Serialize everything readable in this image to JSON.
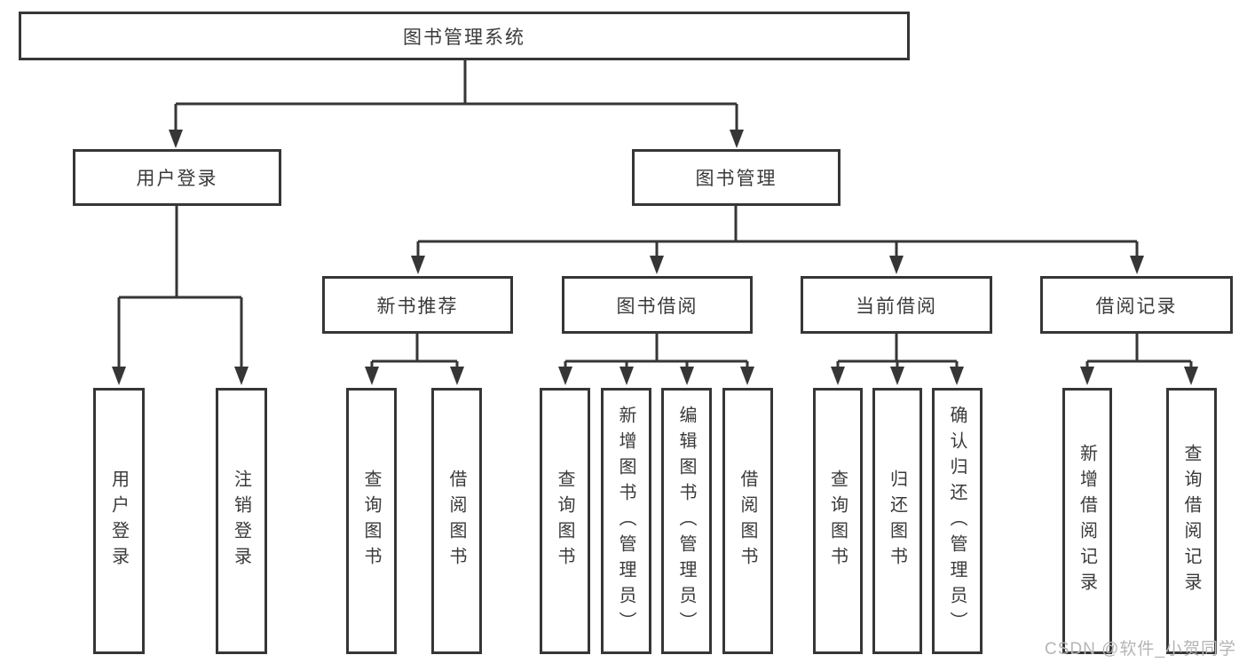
{
  "diagram": {
    "root": {
      "label": "图书管理系统"
    },
    "branches": [
      {
        "label": "用户登录",
        "children": [
          {
            "label": "用户登录"
          },
          {
            "label": "注销登录"
          }
        ]
      },
      {
        "label": "图书管理",
        "children": [
          {
            "label": "新书推荐",
            "children": [
              {
                "label": "查询图书"
              },
              {
                "label": "借阅图书"
              }
            ]
          },
          {
            "label": "图书借阅",
            "children": [
              {
                "label": "查询图书"
              },
              {
                "label": "新增图书（管理员）"
              },
              {
                "label": "编辑图书（管理员）"
              },
              {
                "label": "借阅图书"
              }
            ]
          },
          {
            "label": "当前借阅",
            "children": [
              {
                "label": "查询图书"
              },
              {
                "label": "归还图书"
              },
              {
                "label": "确认归还（管理员）"
              }
            ]
          },
          {
            "label": "借阅记录",
            "children": [
              {
                "label": "新增借阅记录"
              },
              {
                "label": "查询借阅记录"
              }
            ]
          }
        ]
      }
    ]
  },
  "watermark": {
    "text": "CSDN @软件_小贺同学"
  },
  "colors": {
    "line": "#363636",
    "box_border": "#363636",
    "text": "#3a3a3a",
    "watermark": "#b5b5b5",
    "background": "#ffffff"
  }
}
